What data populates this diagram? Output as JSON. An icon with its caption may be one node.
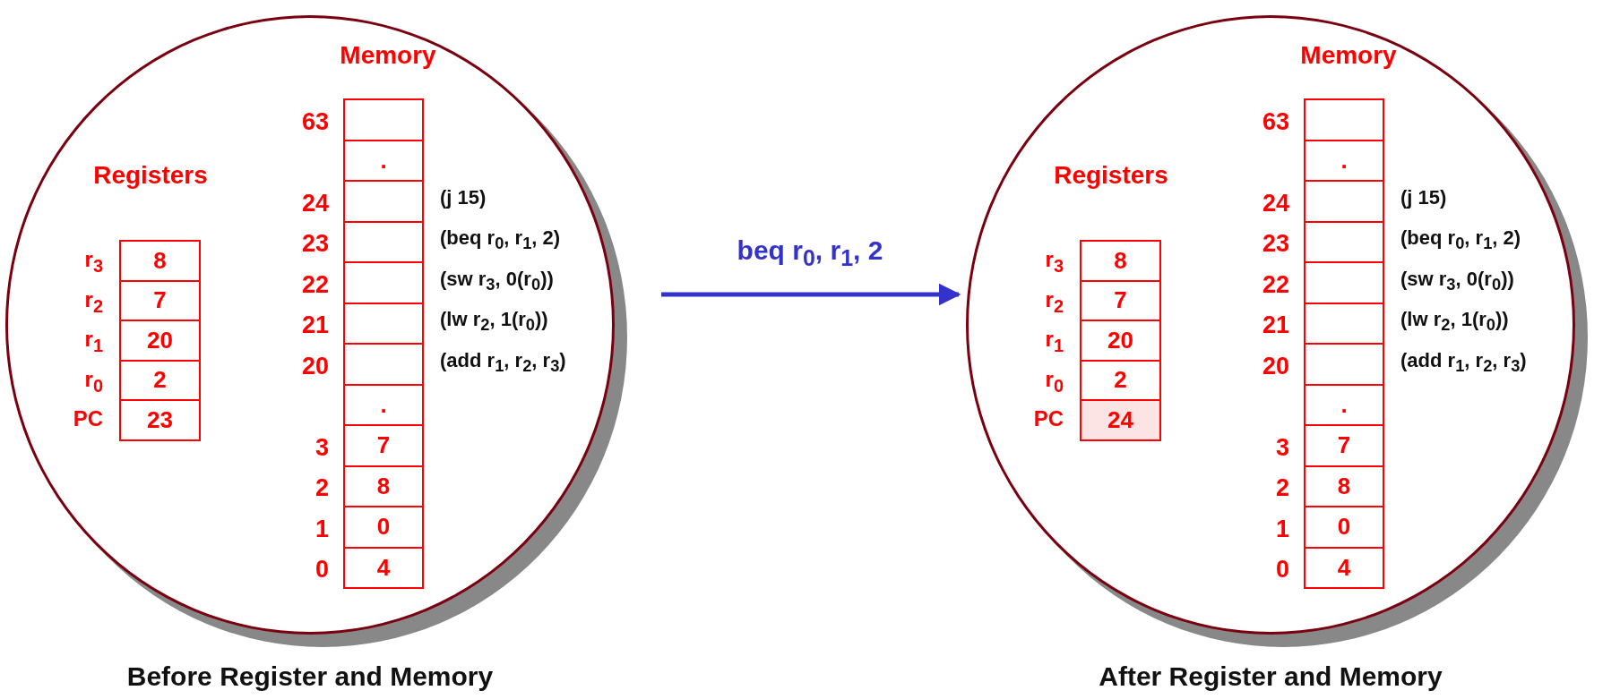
{
  "diagram": {
    "nodes": [
      {
        "text": [
          "Registers",
          "Memory"
        ],
        "beside": [
          "Before Register and Memory"
        ]
      },
      {
        "text": [
          "8"
        ],
        "in": 0,
        "beside": [
          "r$_{3}$"
        ]
      },
      {
        "text": [
          "7"
        ],
        "in": 0,
        "beside": [
          "r$_{2}$"
        ]
      },
      {
        "text": [
          "20"
        ],
        "in": 0,
        "beside": [
          "r$_{1}$"
        ]
      },
      {
        "text": [
          "2"
        ],
        "in": 0,
        "beside": [
          "r$_{0}$"
        ]
      },
      {
        "text": [
          "23"
        ],
        "in": 0,
        "beside": [
          "PC"
        ]
      },
      {
        "text": [],
        "shape": "box",
        "in": 0,
        "beside": [
          "63"
        ]
      },
      {
        "text": [
          "."
        ],
        "in": 0
      },
      {
        "text": [],
        "shape": "box",
        "in": 0,
        "beside": [
          "24",
          "(j 15)"
        ]
      },
      {
        "text": [],
        "shape": "box",
        "in": 0,
        "beside": [
          "23",
          "(beq r$_{0}$, r$_{1}$, 2)"
        ]
      },
      {
        "text": [],
        "shape": "box",
        "in": 0,
        "beside": [
          "22",
          "(sw r$_{3}$, 0(r$_{0}$))"
        ]
      },
      {
        "text": [],
        "shape": "box",
        "in": 0,
        "beside": [
          "21",
          "(lw r$_{2}$, 1(r$_{0}$))"
        ]
      },
      {
        "text": [],
        "shape": "box",
        "in": 0,
        "beside": [
          "20",
          "(add r$_{1}$, r$_{2}$, r$_{3}$)"
        ]
      },
      {
        "text": [
          "."
        ],
        "in": 0
      },
      {
        "text": [
          "7"
        ],
        "in": 0,
        "beside": [
          "3"
        ]
      },
      {
        "text": [
          "8"
        ],
        "in": 0,
        "beside": [
          "2"
        ]
      },
      {
        "text": [
          "0"
        ],
        "in": 0,
        "beside": [
          "1"
        ]
      },
      {
        "text": [
          "4"
        ],
        "in": 0,
        "beside": [
          "0"
        ]
      },
      {
        "text": [
          "Registers",
          "Memory"
        ],
        "beside": [
          "After Register and Memory"
        ]
      },
      {
        "text": [
          "8"
        ],
        "in": 18,
        "beside": [
          "r$_{3}$"
        ]
      },
      {
        "text": [
          "7"
        ],
        "in": 18,
        "beside": [
          "r$_{2}$"
        ]
      },
      {
        "text": [
          "20"
        ],
        "in": 18,
        "beside": [
          "r$_{1}$"
        ]
      },
      {
        "text": [
          "2"
        ],
        "in": 18,
        "beside": [
          "r$_{0}$"
        ]
      },
      {
        "text": [
          "24"
        ],
        "in": 18,
        "beside": [
          "PC"
        ]
      },
      {
        "text": [],
        "shape": "box",
        "in": 18,
        "beside": [
          "63"
        ]
      },
      {
        "text": [
          "."
        ],
        "in": 18
      },
      {
        "text": [],
        "shape": "box",
        "in": 18,
        "beside": [
          "24",
          "(j 15)"
        ]
      },
      {
        "text": [],
        "shape": "box",
        "in": 18,
        "beside": [
          "23",
          "(beq r$_{0}$, r$_{1}$, 2)"
        ]
      },
      {
        "text": [],
        "shape": "box",
        "in": 18,
        "beside": [
          "22",
          "(sw r$_{3}$, 0(r$_{0}$))"
        ]
      },
      {
        "text": [],
        "shape": "box",
        "in": 18,
        "beside": [
          "21",
          "(lw r$_{2}$, 1(r$_{0}$))"
        ]
      },
      {
        "text": [],
        "shape": "box",
        "in": 18,
        "beside": [
          "20",
          "(add r$_{1}$, r$_{2}$, r$_{3}$)"
        ]
      },
      {
        "text": [
          "."
        ],
        "in": 18
      },
      {
        "text": [
          "7"
        ],
        "in": 18,
        "beside": [
          "3"
        ]
      },
      {
        "text": [
          "8"
        ],
        "in": 18,
        "beside": [
          "2"
        ]
      },
      {
        "text": [
          "0"
        ],
        "in": 18,
        "beside": [
          "1"
        ]
      },
      {
        "text": [
          "4"
        ],
        "in": 18,
        "beside": [
          "0"
        ]
      }
    ],
    "edges": [
      {
        "from": 0,
        "to": 18,
        "arrow": "to",
        "label": "beq r$_{0}$, r$_{1}$, 2",
        "color": "#3333cc"
      }
    ]
  }
}
